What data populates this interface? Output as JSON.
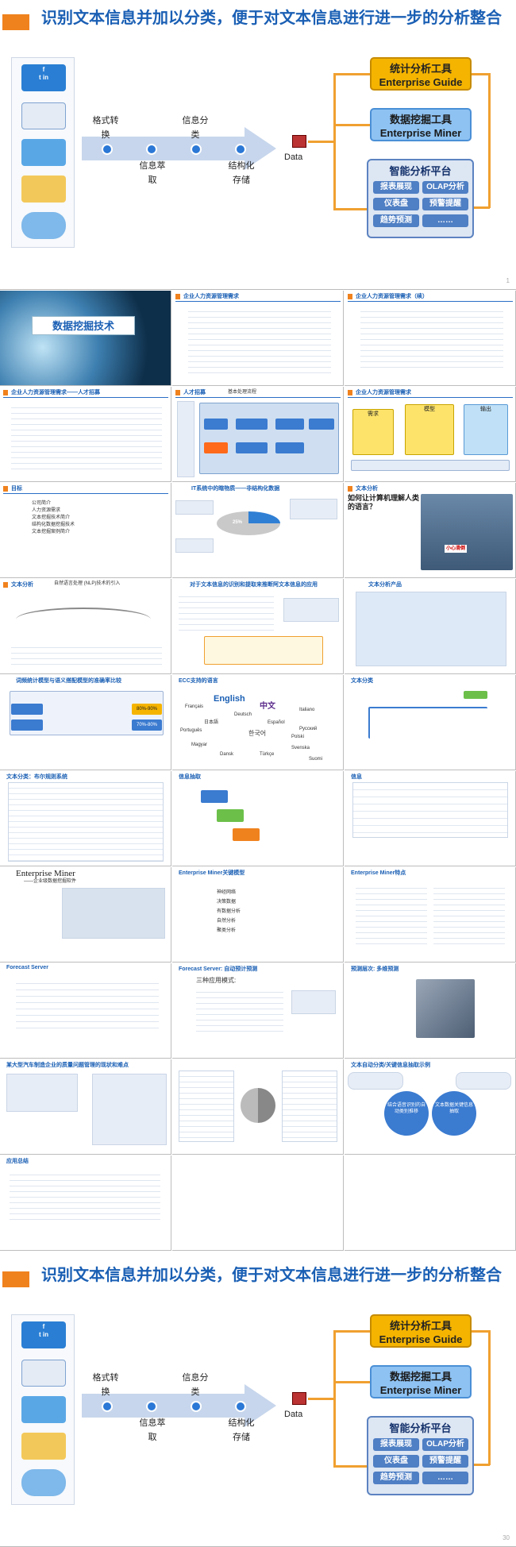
{
  "main_slide": {
    "title": "识别文本信息并加以分类，便于对文本信息进行进一步的分析整合",
    "flow_top_labels": [
      "格式转换",
      "信息分类"
    ],
    "flow_bottom_labels": [
      "信息萃取",
      "结构化存储"
    ],
    "data_label": "Data",
    "tool_gold": {
      "line1": "统计分析工具",
      "line2": "Enterprise Guide"
    },
    "tool_blue": {
      "line1": "数据挖掘工具",
      "line2": "Enterprise Miner"
    },
    "platform": {
      "title": "智能分析平台",
      "chips": [
        "报表展现",
        "OLAP分析",
        "仪表盘",
        "预警提醒",
        "趋势预测",
        "……"
      ]
    },
    "icons": [
      "social-media-icon",
      "news-icon",
      "email-icon",
      "folder-icon",
      "database-icon"
    ],
    "page_top": "1",
    "page_bottom": "30"
  },
  "thumbs": {
    "s2_title": "数据挖掘技术",
    "s3_header": "企业人力资源管理需求",
    "s4_header": "企业人力资源管理需求（续）",
    "s5_header": "企业人力资源管理需求——人才招募",
    "s6_header": "人才招募",
    "s6_sub": "基本处理流程",
    "s7_header": "企业人力资源管理需求",
    "s7_boxes": [
      "需求",
      "模型",
      "输出"
    ],
    "s8_header": "目标",
    "s8_items": [
      "公司简介",
      "人力资源需求",
      "文本挖掘技术简介",
      "结构化数据挖掘技术",
      "文本挖掘案例简介"
    ],
    "s9_header": "IT系统中的瞎物质——非结构化数据",
    "s9_pct": "25%",
    "s10_header": "文本分析",
    "s10_big": "如何让计算机理解人类的语言？",
    "s10_sign": "小心滑倒",
    "s11_header": "文本分析",
    "s11_sub": "自然语言处理 (NLP)技术的引入",
    "s12_header": "对于文本信息的识别和提取来推断阿文本信息的应用",
    "s13_header": "文本分析产品",
    "s14_header": "词频统计模型与语义搭配模型的准确率比较",
    "s14_vals": [
      "80%-90%",
      "70%-80%"
    ],
    "s15_header": "ECC支持的语言",
    "s15_words": [
      "English",
      "中文",
      "Français",
      "Deutsch",
      "日本語",
      "Español",
      "Italiano",
      "Português",
      "한국어",
      "Русский",
      "Polski",
      "Svenska",
      "Dansk",
      "Magyar",
      "Türkçe",
      "Suomi"
    ],
    "s16_header": "文本分类",
    "s17_header": "文本分类：布尔规则系统",
    "s18_header": "信息抽取",
    "s19_header": "信息",
    "s20_title": "Enterprise Miner",
    "s20_sub": "——企业级数据挖掘软件",
    "s21_header": "Enterprise Miner关键模型",
    "s21_items": [
      "神经网络",
      "决策数据",
      "有数据分析",
      "自然分析",
      "聚类分析"
    ],
    "s22_header": "Enterprise Miner特点",
    "s23_header": "Forecast Server",
    "s24_header": "Forecast Server: 自动预计预测",
    "s24_sub": "三种应用模式:",
    "s25_header": "预测层次: 多维预测",
    "s26_header": "某大型汽车制造企业的质量问题管理的现状和难点",
    "s28_header": "文本自动分类/关键信息抽取示例",
    "s28_circles": [
      "结合语音识别的自动类别推移",
      "文本数据关键信息抽取"
    ],
    "s29_header": "应用总结"
  }
}
